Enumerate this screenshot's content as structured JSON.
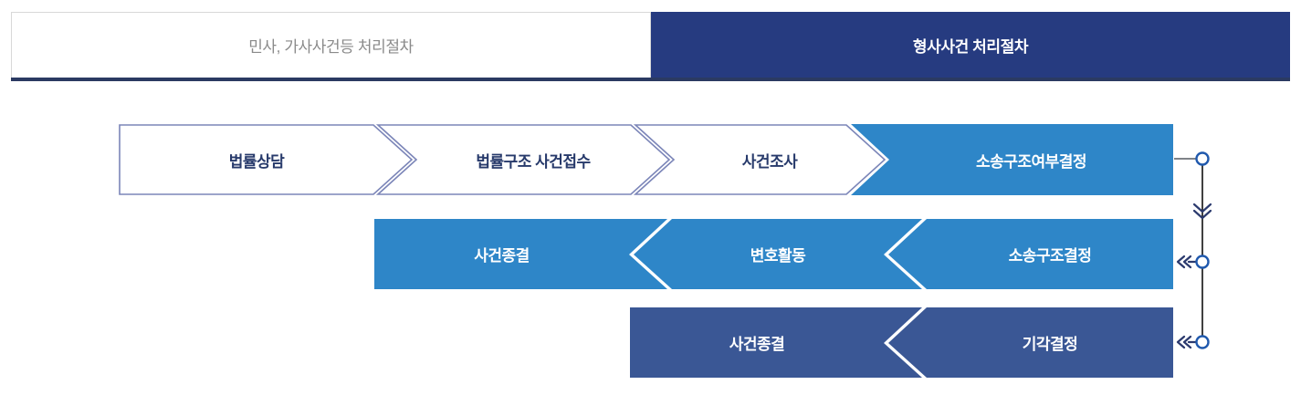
{
  "tabs": [
    {
      "id": "civil",
      "label": "민사, 가사사건등 처리절차",
      "active": false
    },
    {
      "id": "criminal",
      "label": "형사사건 처리절차",
      "active": true
    }
  ],
  "colors": {
    "tab_active_bg": "#263b80",
    "tab_active_text": "#ffffff",
    "tab_inactive_text": "#8a8a8a",
    "tab_underline": "#2b3a62",
    "row1_outline": "#7b85b8",
    "row1_text": "#273a6b",
    "row2_fill": "#2e86c8",
    "row3_fill": "#3a5795",
    "connector_line": "#1a1a1a",
    "connector_circle": "#2059ad"
  },
  "flow": {
    "rows": [
      {
        "id": "row-1",
        "style": "outline",
        "steps": [
          {
            "id": "step-legal-consult",
            "label": "법률상담"
          },
          {
            "id": "step-case-intake",
            "label": "법률구조 사건접수"
          },
          {
            "id": "step-investigation",
            "label": "사건조사"
          },
          {
            "id": "step-aid-decision",
            "label": "소송구조여부결정",
            "filled": true
          }
        ]
      },
      {
        "id": "row-2",
        "style": "filled-blue",
        "steps": [
          {
            "id": "step-case-closed-2",
            "label": "사건종결"
          },
          {
            "id": "step-defense-activity",
            "label": "변호활동"
          },
          {
            "id": "step-aid-granted",
            "label": "소송구조결정"
          }
        ]
      },
      {
        "id": "row-3",
        "style": "filled-navy",
        "steps": [
          {
            "id": "step-case-closed-3",
            "label": "사건종결"
          },
          {
            "id": "step-rejected",
            "label": "기각결정"
          }
        ]
      }
    ],
    "connectors": [
      {
        "id": "connector-node-1",
        "name": "aid-decision-node"
      },
      {
        "id": "connector-node-2",
        "name": "aid-granted-node"
      },
      {
        "id": "connector-node-3",
        "name": "rejection-node"
      }
    ]
  }
}
